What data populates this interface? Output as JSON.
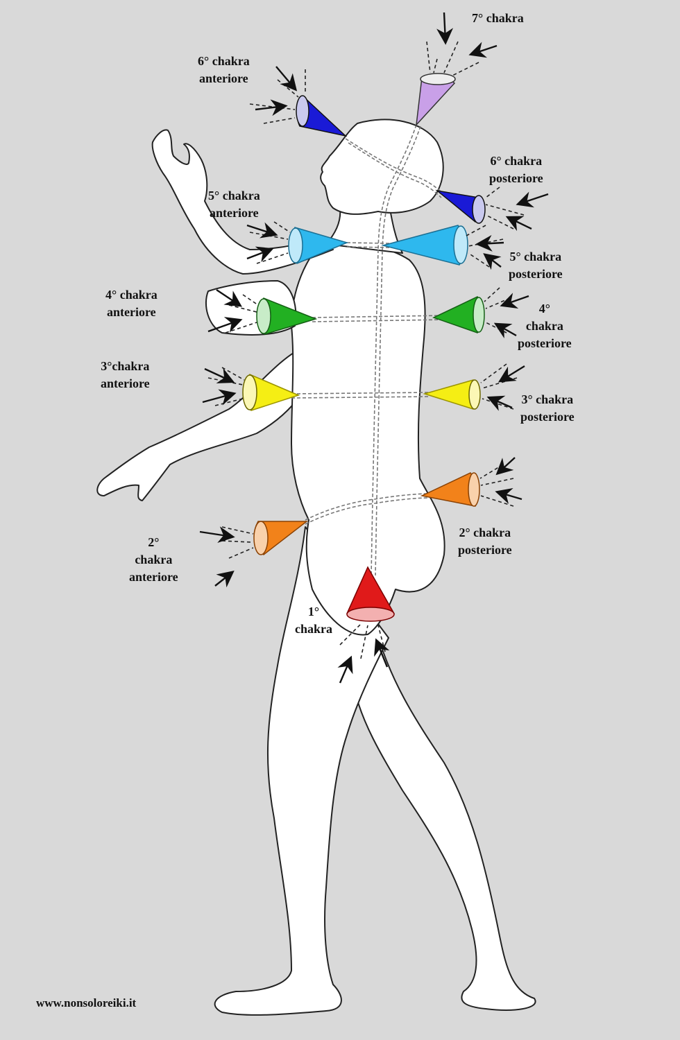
{
  "labels": {
    "c7": [
      "7° chakra"
    ],
    "c6a": [
      "6° chakra",
      "anteriore"
    ],
    "c6p": [
      "6° chakra",
      "posteriore"
    ],
    "c5a": [
      "5° chakra",
      "anteriore"
    ],
    "c5p": [
      "5° chakra",
      "posteriore"
    ],
    "c4a": [
      "4° chakra",
      "anteriore"
    ],
    "c4p": [
      "4°",
      "chakra",
      "posteriore"
    ],
    "c3a": [
      "3°chakra",
      "anteriore"
    ],
    "c3p": [
      "3° chakra",
      "posteriore"
    ],
    "c2a": [
      "2°",
      "chakra",
      "anteriore"
    ],
    "c2p": [
      "2° chakra",
      "posteriore"
    ],
    "c1": [
      "1°",
      "chakra"
    ]
  },
  "website": "www.nonsoloreiki.it",
  "colors": {
    "background": "#d9d9d9",
    "body_fill": "#ffffff",
    "outline": "#222222",
    "chakra_7": "#c9a0e8",
    "chakra_6": "#1a1ad6",
    "chakra_5": "#2eb8ee",
    "chakra_4": "#22b022",
    "chakra_3": "#f5ee14",
    "chakra_2": "#f2821a",
    "chakra_1": "#e01a1a"
  }
}
